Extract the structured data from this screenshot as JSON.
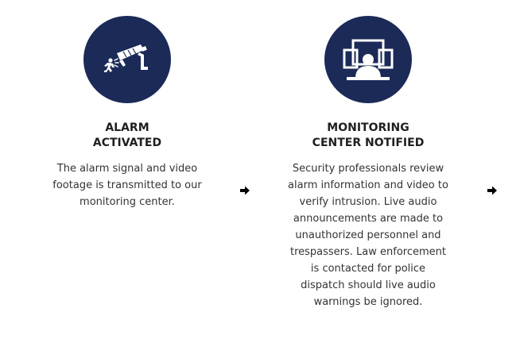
{
  "colors": {
    "icon_circle": "#1b2a57",
    "icon_fg": "#ffffff",
    "text": "#333333",
    "title": "#1f1f1f",
    "arrow": "#000000"
  },
  "steps": [
    {
      "icon": "security-camera-intruder-icon",
      "title_lines": [
        "ALARM",
        "ACTIVATED"
      ],
      "desc_lines": [
        "The alarm signal and video",
        "footage is transmitted to our",
        "monitoring center."
      ]
    },
    {
      "icon": "monitoring-operator-icon",
      "title_lines": [
        "MONITORING",
        "CENTER NOTIFIED"
      ],
      "desc_lines": [
        "Security professionals review",
        "alarm information and video to",
        "verify intrusion. Live audio",
        "announcements are made to",
        "unauthorized personnel and",
        "trespassers. Law enforcement",
        "is contacted for police",
        "dispatch should live audio",
        "warnings be ignored."
      ]
    }
  ],
  "arrows": [
    {
      "icon": "arrow-right-icon"
    },
    {
      "icon": "arrow-right-icon"
    }
  ]
}
